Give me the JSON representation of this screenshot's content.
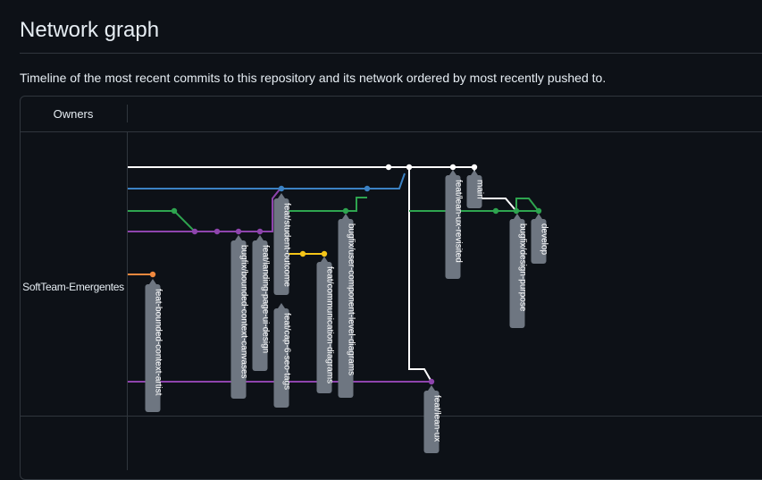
{
  "page": {
    "title": "Network graph",
    "description": "Timeline of the most recent commits to this repository and its network ordered by most recently pushed to."
  },
  "graph": {
    "owners_header": "Owners",
    "owner": "SoftTeam-Emergentes",
    "colors": {
      "main": "#ffffff",
      "blue": "#3b82c4",
      "green": "#2ea44f",
      "purple": "#8e44ad",
      "orange": "#f0883e",
      "yellow": "#f5c518",
      "label_bg": "#6e7681"
    },
    "branches": [
      {
        "name": "feat-bounded-context-artist",
        "color": "#f0883e"
      },
      {
        "name": "bugfix/bounded-context-canvases",
        "color": "#8e44ad"
      },
      {
        "name": "feat/landing-page-ui-design",
        "color": "#8e44ad"
      },
      {
        "name": "feat/student-outcome",
        "color": "#3b82c4"
      },
      {
        "name": "feat/cap-6-seo-tags",
        "color": "#8e44ad"
      },
      {
        "name": "feat/communication-diagrams",
        "color": "#f5c518"
      },
      {
        "name": "bugfix/user-component-level-diagrams",
        "color": "#2ea44f"
      },
      {
        "name": "feat/lean-ux",
        "color": "#8e44ad"
      },
      {
        "name": "feat/lean-ux-revisited",
        "color": "#ffffff"
      },
      {
        "name": "main",
        "color": "#ffffff"
      },
      {
        "name": "bugfix/design-purpose",
        "color": "#2ea44f"
      },
      {
        "name": "develop",
        "color": "#2ea44f"
      }
    ]
  }
}
